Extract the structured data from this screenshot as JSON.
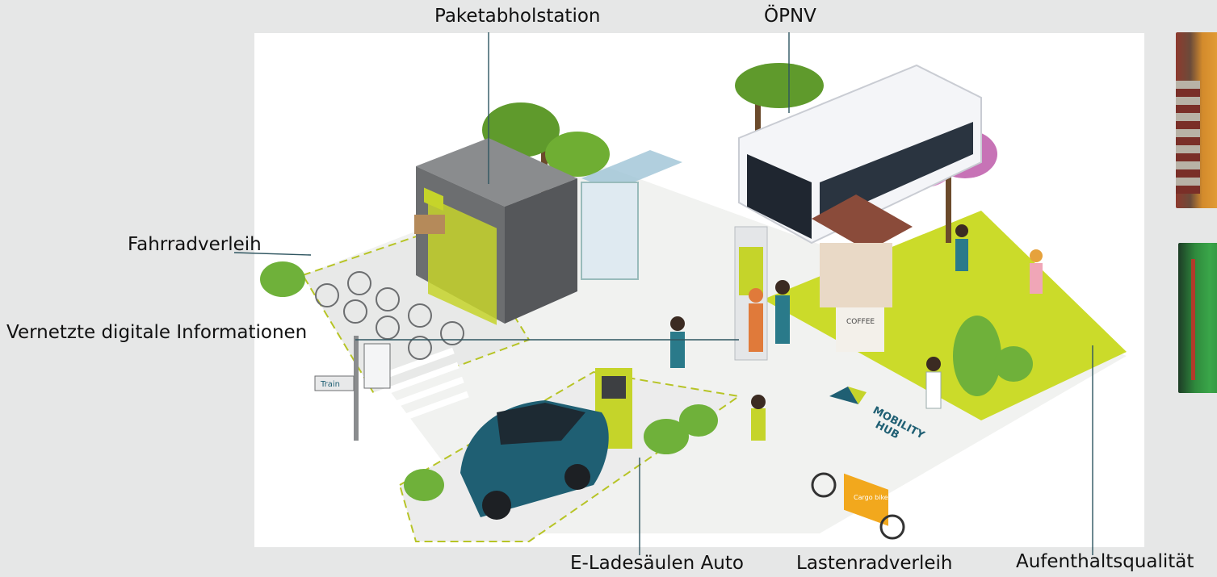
{
  "labels": {
    "paketabholstation": "Paketabholstation",
    "oepnv": "ÖPNV",
    "fahrradverleih": "Fahrradverleih",
    "vernetzte_info": "Vernetzte digitale Informationen",
    "e_ladesaeulen": "E-Ladesäulen Auto",
    "lastenradverleih": "Lastenradverleih",
    "aufenthaltsqualitaet": "Aufenthaltsqualität"
  },
  "illustration": {
    "hub_logo_line1": "MOBILITY",
    "hub_logo_line2": "HUB",
    "kiosk_sign": "COFFEE",
    "cargo_bike_text": "Cargo bike",
    "sign_train": "Train"
  },
  "colors": {
    "lime": "#c5d42a",
    "lime_dark": "#a9b71d",
    "grass": "#cbdb2a",
    "tree_green": "#5f9a2c",
    "tree_pink": "#d98ac8",
    "locker_gray": "#6c6e70",
    "car_teal": "#1f5f73",
    "bus_white": "#f4f5f8",
    "cargo_orange": "#f2a81d",
    "leader_line": "#2e5560"
  }
}
